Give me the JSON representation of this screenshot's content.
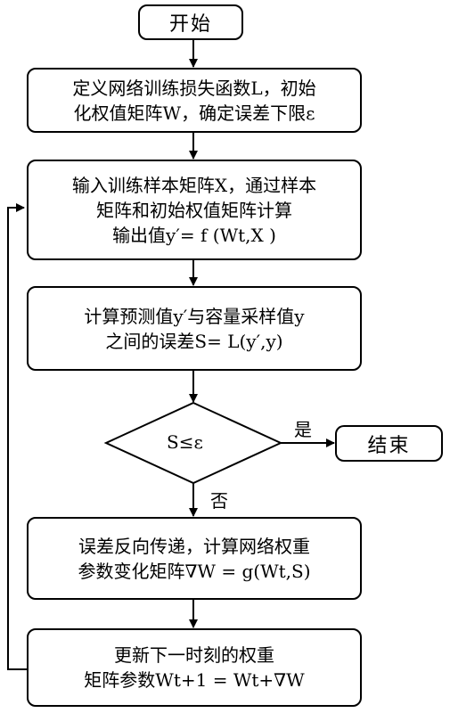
{
  "start": {
    "label": "开始"
  },
  "end": {
    "label": "结束"
  },
  "steps": [
    {
      "lines": [
        "定义网络训练损失函数L，初始",
        "化权值矩阵W，确定误差下限ε"
      ]
    },
    {
      "lines": [
        "输入训练样本矩阵X，通过样本",
        "矩阵和初始权值矩阵计算",
        "输出值y′= f (Wt,X )"
      ]
    },
    {
      "lines": [
        "计算预测值y′与容量采样值y",
        "之间的误差S= L(y′,y)"
      ]
    },
    {
      "lines": [
        "误差反向传递，计算网络权重",
        "参数变化矩阵∇W = g(Wt,S)"
      ]
    },
    {
      "lines": [
        "更新下一时刻的权重",
        "矩阵参数Wt+1 = Wt+∇W"
      ]
    }
  ],
  "decision": {
    "condition": "S≤ε",
    "yes_label": "是",
    "no_label": "否"
  }
}
